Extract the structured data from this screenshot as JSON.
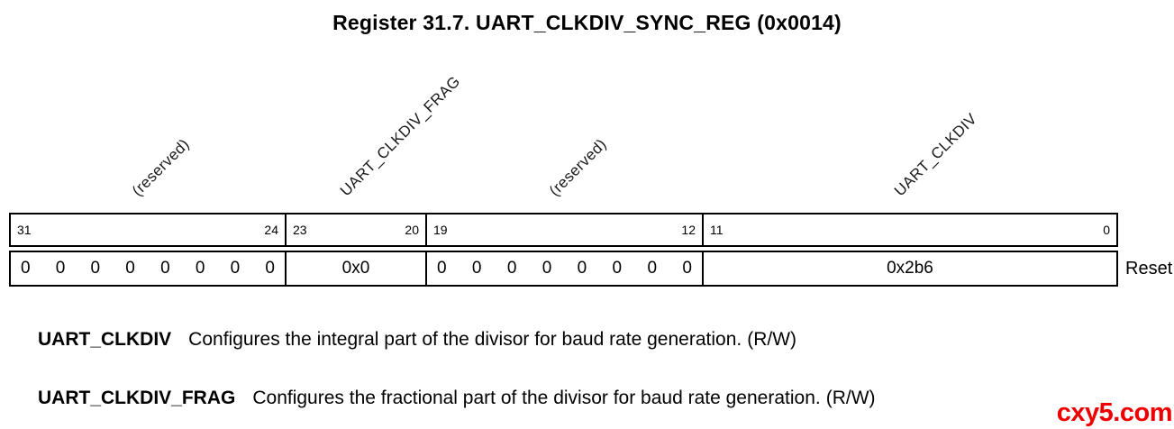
{
  "title": "Register 31.7. UART_CLKDIV_SYNC_REG (0x0014)",
  "register": {
    "reset_label": "Reset",
    "fields": [
      {
        "label": "(reserved)",
        "bit_high": "31",
        "bit_low": "24",
        "reset_bits": [
          "0",
          "0",
          "0",
          "0",
          "0",
          "0",
          "0",
          "0"
        ]
      },
      {
        "label": "UART_CLKDIV_FRAG",
        "bit_high": "23",
        "bit_low": "20",
        "reset_hex": "0x0"
      },
      {
        "label": "(reserved)",
        "bit_high": "19",
        "bit_low": "12",
        "reset_bits": [
          "0",
          "0",
          "0",
          "0",
          "0",
          "0",
          "0",
          "0"
        ]
      },
      {
        "label": "UART_CLKDIV",
        "bit_high": "11",
        "bit_low": "0",
        "reset_hex": "0x2b6"
      }
    ]
  },
  "descriptions": [
    {
      "name": "UART_CLKDIV",
      "text": "Configures the integral part of the divisor for baud rate generation.",
      "access": "(R/W)"
    },
    {
      "name": "UART_CLKDIV_FRAG",
      "text": "Configures the fractional part of the divisor for baud rate generation.",
      "access": "(R/W)"
    }
  ],
  "watermark": {
    "text": "cxy5.com",
    "color": "#ee0000"
  }
}
